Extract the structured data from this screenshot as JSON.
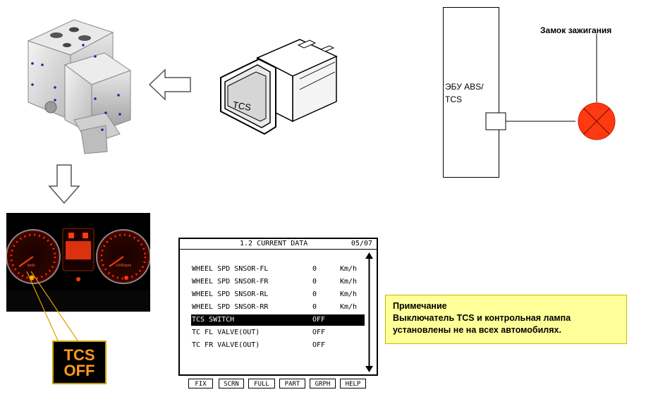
{
  "switch_label": "TCS",
  "ecu": {
    "label_line1": "ЭБУ ABS/",
    "label_line2": "TCS",
    "ignition_label": "Замок зажигания"
  },
  "lamp": {
    "line1": "TCS",
    "line2": "OFF",
    "color": "#ff9a1a"
  },
  "cluster": {
    "left_gauge_label": "km/h",
    "right_gauge_label": "x1000rpm",
    "accent": "#ff2a00"
  },
  "scan_tool": {
    "title": "1.2 CURRENT DATA",
    "page": "05/07",
    "rows": [
      {
        "name": "WHEEL SPD SNSOR-FL",
        "value": "0",
        "unit": "Km/h",
        "selected": false
      },
      {
        "name": "WHEEL SPD SNSOR-FR",
        "value": "0",
        "unit": "Km/h",
        "selected": false
      },
      {
        "name": "WHEEL SPD SNSOR-RL",
        "value": "0",
        "unit": "Km/h",
        "selected": false
      },
      {
        "name": "WHEEL SPD SNSOR-RR",
        "value": "0",
        "unit": "Km/h",
        "selected": false
      },
      {
        "name": "TCS SWITCH",
        "value": "OFF",
        "unit": "",
        "selected": true
      },
      {
        "name": "TC FL VALVE(OUT)",
        "value": "OFF",
        "unit": "",
        "selected": false
      },
      {
        "name": "TC FR VALVE(OUT)",
        "value": "OFF",
        "unit": "",
        "selected": false
      }
    ],
    "function_keys": [
      "FIX",
      "SCRN",
      "FULL",
      "PART",
      "GRPH",
      "HELP"
    ]
  },
  "note": {
    "heading": "Примечание",
    "line1": "Выключатель TCS и контрольная лампа",
    "line2": "установлены не на всех автомобилях."
  }
}
